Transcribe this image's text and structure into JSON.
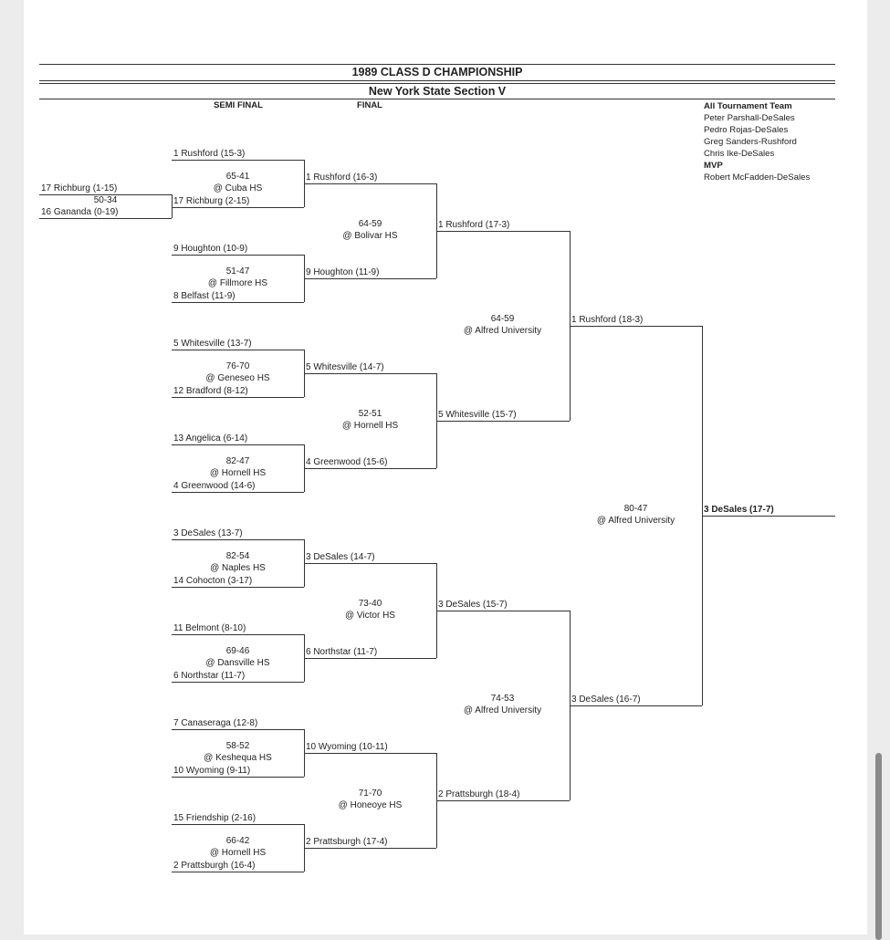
{
  "header": {
    "title": "1989 CLASS D CHAMPIONSHIP",
    "subtitle": "New York State Section V",
    "col_semi": "SEMI FINAL",
    "col_final": "FINAL"
  },
  "all_tournament": {
    "heading": "All Tournament Team",
    "players": [
      "Peter Parshall-DeSales",
      "Pedro Rojas-DeSales",
      "Greg Sanders-Rushford",
      "Chris Ike-DeSales"
    ],
    "mvp_heading": "MVP",
    "mvp": "Robert McFadden-DeSales"
  },
  "prelim": {
    "teams": [
      "17 Richburg (1-15)",
      "16 Gananda (0-19)"
    ],
    "score": "50-34"
  },
  "rounds": [
    {
      "teams": [
        "1 Rushford (15-3)",
        "17 Richburg (2-15)",
        "9 Houghton (10-9)",
        "8 Belfast (11-9)",
        "5 Whitesville (13-7)",
        "12 Bradford (8-12)",
        "13 Angelica (6-14)",
        "4 Greenwood (14-6)",
        "3 DeSales (13-7)",
        "14 Cohocton (3-17)",
        "11 Belmont (8-10)",
        "6 Northstar (11-7)",
        "7 Canaseraga (12-8)",
        "10 Wyoming (9-11)",
        "15 Friendship (2-16)",
        "2 Prattsburgh (16-4)"
      ],
      "games": [
        {
          "score": "65-41",
          "site": "@ Cuba HS"
        },
        {
          "score": "51-47",
          "site": "@ Fillmore HS"
        },
        {
          "score": "76-70",
          "site": "@ Geneseo HS"
        },
        {
          "score": "82-47",
          "site": "@ Hornell HS"
        },
        {
          "score": "82-54",
          "site": "@ Naples HS"
        },
        {
          "score": "69-46",
          "site": "@ Dansville HS"
        },
        {
          "score": "58-52",
          "site": "@ Keshequa HS"
        },
        {
          "score": "66-42",
          "site": "@ Hornell HS"
        }
      ]
    },
    {
      "teams": [
        "1 Rushford (16-3)",
        "9 Houghton (11-9)",
        "5 Whitesville (14-7)",
        "4 Greenwood (15-6)",
        "3 DeSales (14-7)",
        "6 Northstar (11-7)",
        "10 Wyoming (10-11)",
        "2 Prattsburgh (17-4)"
      ],
      "games": [
        {
          "score": "64-59",
          "site": "@ Bolivar HS"
        },
        {
          "score": "52-51",
          "site": "@ Hornell HS"
        },
        {
          "score": "73-40",
          "site": "@ Victor HS"
        },
        {
          "score": "71-70",
          "site": "@ Honeoye HS"
        }
      ]
    },
    {
      "teams": [
        "1 Rushford (17-3)",
        "5 Whitesville (15-7)",
        "3 DeSales (15-7)",
        "2 Prattsburgh (18-4)"
      ],
      "games": [
        {
          "score": "64-59",
          "site": "@ Alfred University"
        },
        {
          "score": "74-53",
          "site": "@ Alfred University"
        }
      ]
    },
    {
      "teams": [
        "1 Rushford (18-3)",
        "3 DeSales (16-7)"
      ],
      "games": [
        {
          "score": "80-47",
          "site": "@ Alfred University"
        }
      ]
    },
    {
      "teams": [
        "3 DeSales (17-7)"
      ],
      "games": []
    }
  ]
}
